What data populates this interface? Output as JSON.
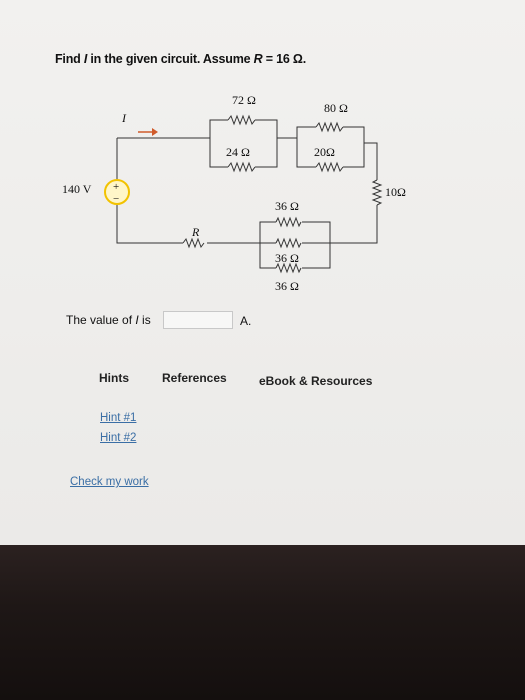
{
  "question": {
    "prefix": "Find ",
    "variable": "I",
    "middle": " in the given circuit. Assume ",
    "r_symbol": "R",
    "suffix": " = 16 Ω."
  },
  "circuit": {
    "source_label": "140 V",
    "current_label": "I",
    "r_label": "R",
    "r72": "72 Ω",
    "r80": "80 Ω",
    "r24": "24 Ω",
    "r20": "20Ω",
    "r10": "10Ω",
    "r36_top": "36 Ω",
    "r36_mid": "36 Ω",
    "r36_bot": "36 Ω",
    "plus": "+",
    "minus": "−"
  },
  "answer": {
    "label_prefix": "The value of ",
    "label_var": "I",
    "label_suffix": " is",
    "value": "",
    "unit": "A."
  },
  "tabs": {
    "hints": "Hints",
    "references": "References",
    "ebook": "eBook & Resources"
  },
  "hints": [
    "Hint #1",
    "Hint #2"
  ],
  "check": "Check my work",
  "colors": {
    "accent_link": "#3a6ea5",
    "source_yellow": "#f2c200"
  }
}
